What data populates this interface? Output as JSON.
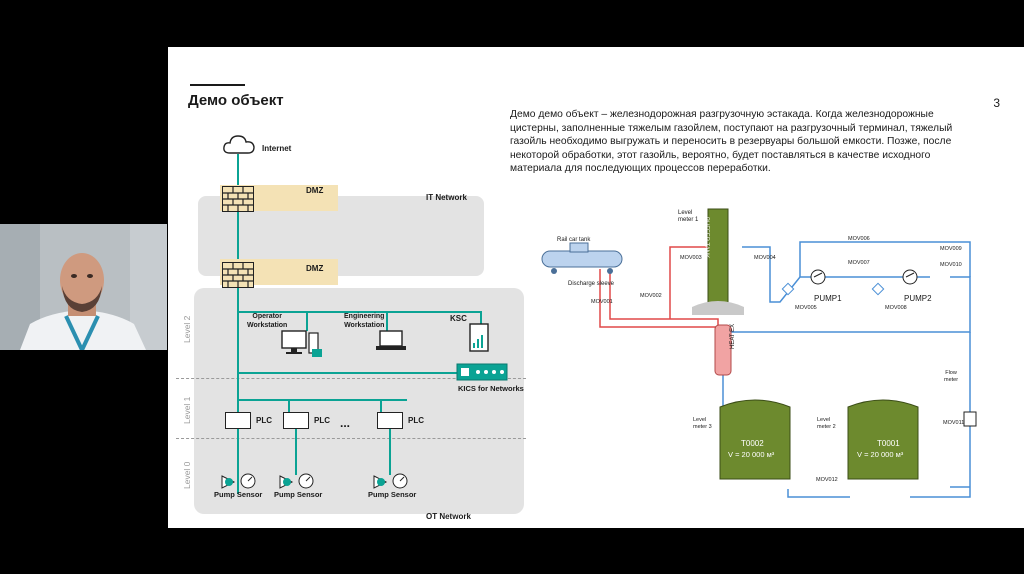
{
  "slide": {
    "title": "Демо объект",
    "page_number": "3",
    "description": "Демо демо объект – железнодорожная разгрузочную эстакада. Когда железнодорожные цистерны, заполненные тяжелым газойлем, поступают на разгрузочный терминал, тяжелый газойль необходимо выгружать и переносить в резервуары большой емкости. Позже, после некоторой обработки, этот газойль, вероятно, будет поставляться в качестве исходного материала для последующих процессов переработки."
  },
  "network": {
    "internet": "Internet",
    "dmz_1": "DMZ",
    "dmz_2": "DMZ",
    "it_network": "IT Network",
    "ot_network": "OT Network",
    "level_2": "Level 2",
    "level_1": "Level 1",
    "level_0": "Level 0",
    "operator_ws": "Operator\nWorkstation",
    "engineering_ws": "Engineering\nWorkstation",
    "ksc": "KSC",
    "kics": "KICS for Networks",
    "plc_1": "PLC",
    "plc_2": "PLC",
    "plc_3": "PLC",
    "ellipsis": "...",
    "pump_sensor_1": "Pump Sensor",
    "pump_sensor_2": "Pump Sensor",
    "pump_sensor_3": "Pump Sensor"
  },
  "process": {
    "rail_car_tank": "Rail car tank",
    "discharge_sleeve": "Discharge sleeve",
    "level_meter_1": "Level\nmeter 1",
    "level_meter_2": "Level\nmeter 2",
    "level_meter_3": "Level\nmeter 3",
    "buffer_tank": "BUFFER TANK",
    "heat_ex": "HEAT EX",
    "mov001": "MOV001",
    "mov002": "MOV002",
    "mov003": "MOV003",
    "mov004": "MOV004",
    "mov005": "MOV005",
    "mov006": "MOV006",
    "mov007": "MOV007",
    "mov008": "MOV008",
    "mov009": "MOV009",
    "mov010": "MOV010",
    "mov011": "MOV011",
    "mov012": "MOV012",
    "pump1": "PUMP1",
    "pump2": "PUMP2",
    "flow_meter": "Flow\nmeter",
    "t0002_name": "T0002",
    "t0002_vol": "V = 20 000 м³",
    "t0001_name": "T0001",
    "t0001_vol": "V = 20 000 м³"
  },
  "colors": {
    "teal": "#0ba394",
    "firewall": "#f4e2b5",
    "tank_green": "#6d8a2e",
    "pipe_blue": "#4a8fd6",
    "pipe_red": "#e04848"
  }
}
